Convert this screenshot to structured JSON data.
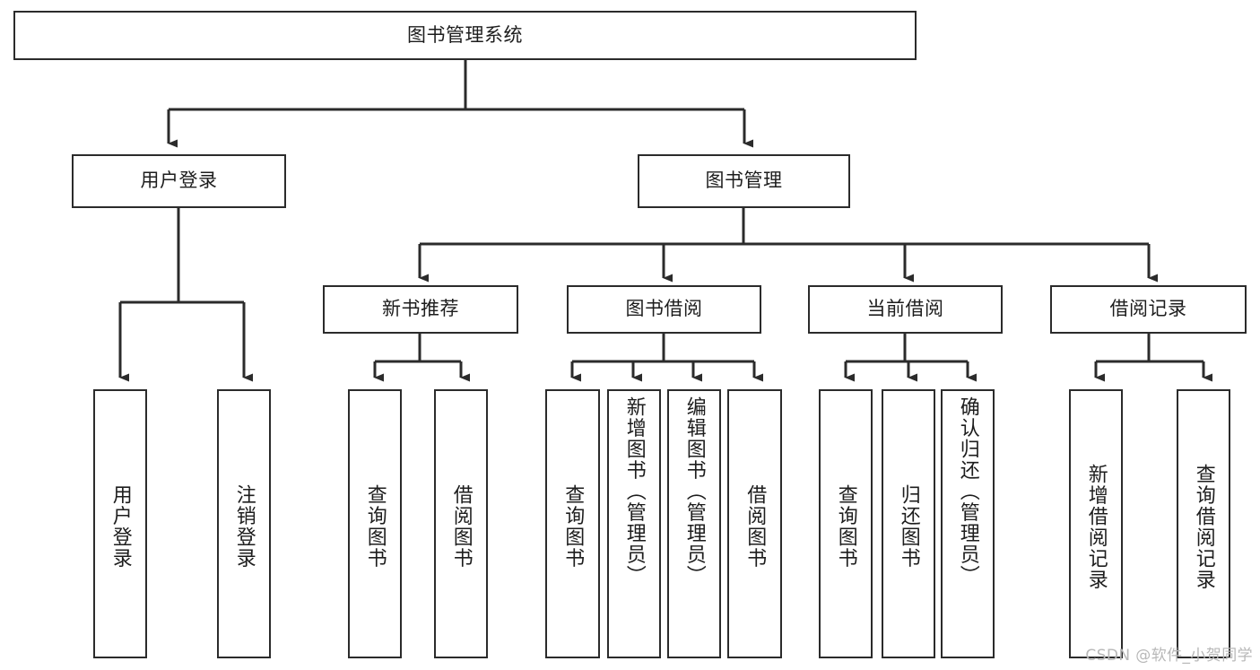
{
  "diagram": {
    "type": "tree-hierarchy",
    "title": "图书管理系统",
    "watermark": "CSDN @软件_小贺同学",
    "colors": {
      "box_border": "#2b2b2b",
      "box_fill": "#ffffff",
      "connector": "#2b2b2b",
      "text": "#1d1d1d",
      "watermark": "#b8b8b8",
      "background": "#ffffff"
    },
    "levels": {
      "root": {
        "label": "图书管理系统"
      },
      "level2": [
        {
          "label": "用户登录"
        },
        {
          "label": "图书管理"
        }
      ],
      "level3": [
        {
          "label": "新书推荐"
        },
        {
          "label": "图书借阅"
        },
        {
          "label": "当前借阅"
        },
        {
          "label": "借阅记录"
        }
      ]
    },
    "leaves": {
      "user_login": [
        {
          "label": "用户登录"
        },
        {
          "label": "注销登录"
        }
      ],
      "new_book_recommend": [
        {
          "label": "查询图书"
        },
        {
          "label": "借阅图书"
        }
      ],
      "book_borrow": [
        {
          "label": "查询图书"
        },
        {
          "label": "新增图书（管理员）"
        },
        {
          "label": "编辑图书（管理员）"
        },
        {
          "label": "借阅图书"
        }
      ],
      "current_borrow": [
        {
          "label": "查询图书"
        },
        {
          "label": "归还图书"
        },
        {
          "label": "确认归还（管理员）"
        }
      ],
      "borrow_record": [
        {
          "label": "新增借阅记录"
        },
        {
          "label": "查询借阅记录"
        }
      ]
    }
  }
}
